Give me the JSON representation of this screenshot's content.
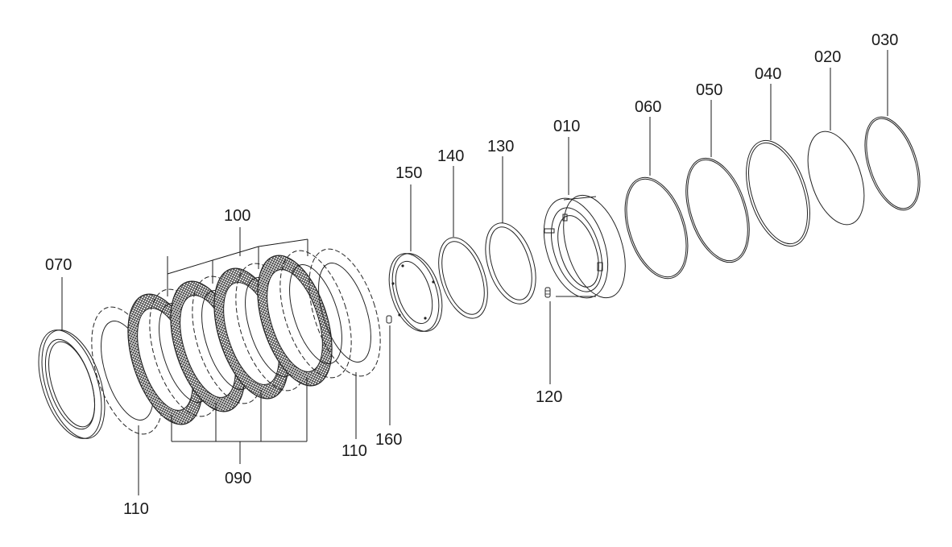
{
  "labels": {
    "p010": "010",
    "p020": "020",
    "p030": "030",
    "p040": "040",
    "p050": "050",
    "p060": "060",
    "p070": "070",
    "p090": "090",
    "p100": "100",
    "p110a": "110",
    "p110b": "110",
    "p120": "120",
    "p130": "130",
    "p140": "140",
    "p150": "150",
    "p160": "160"
  }
}
